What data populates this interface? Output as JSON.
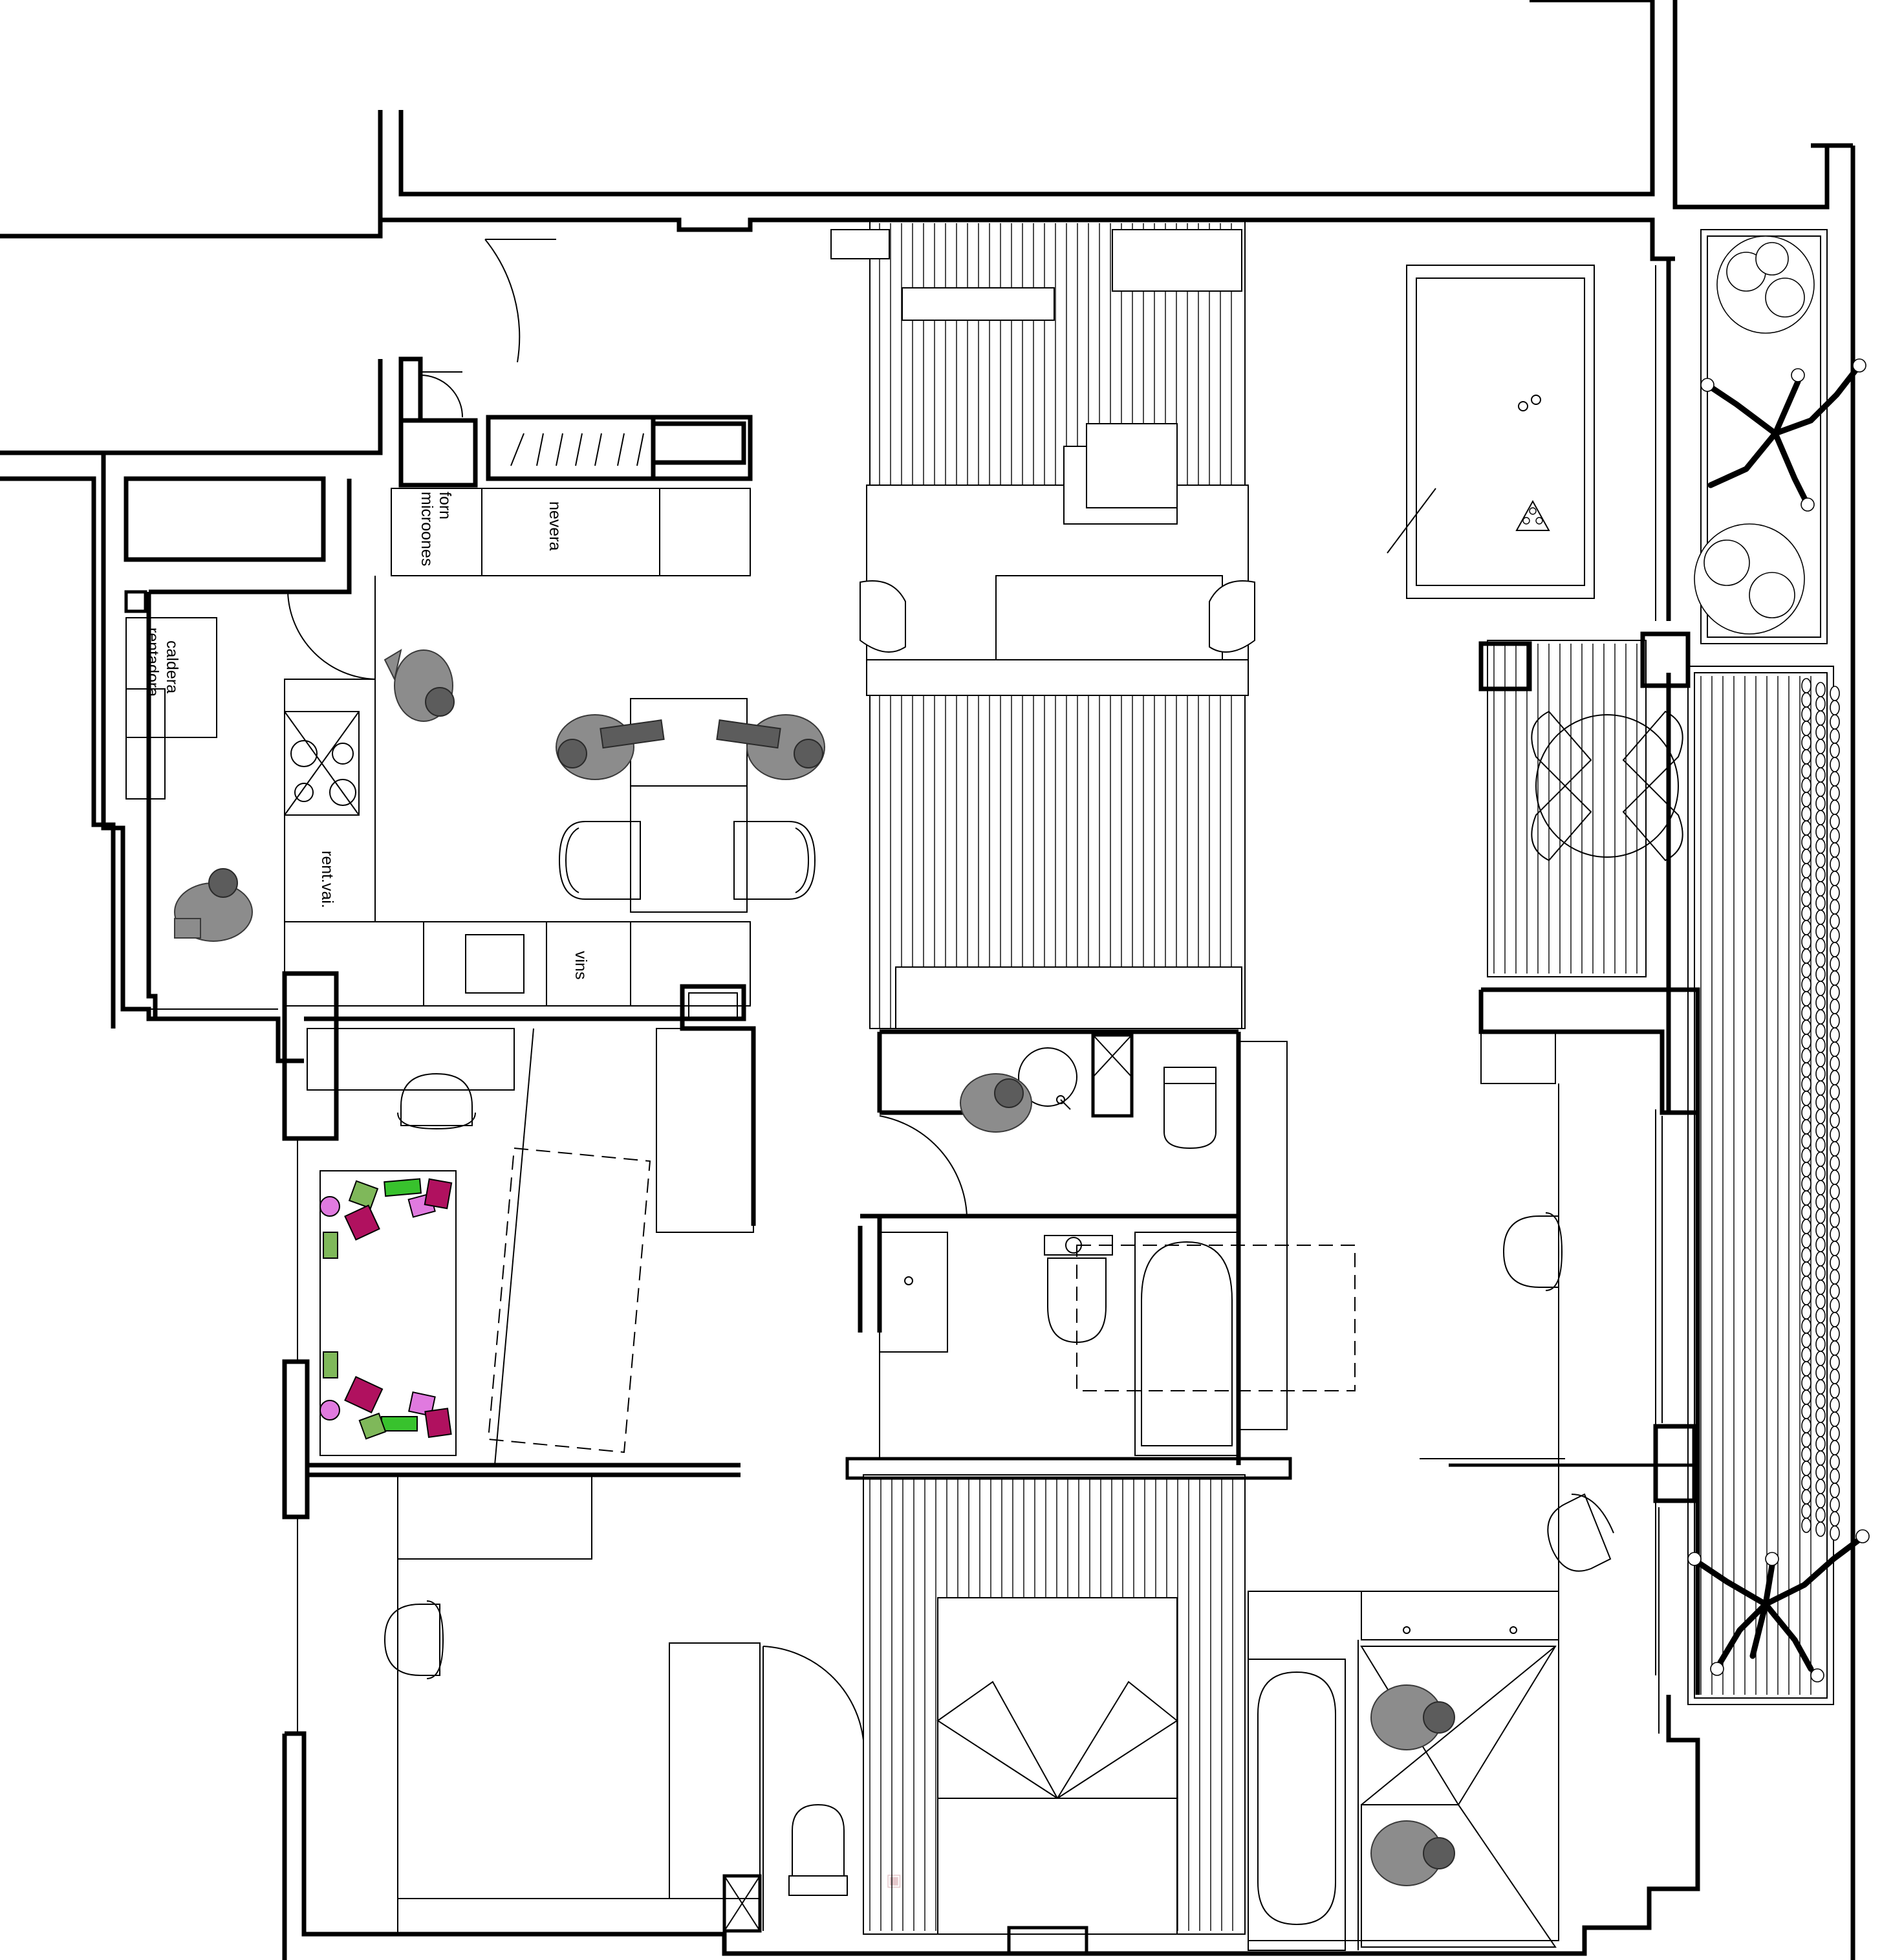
{
  "labels": {
    "forn": "forn",
    "microones": "microones",
    "nevera": "nevera",
    "caldera": "caldera",
    "rentadora": "rentadora",
    "rent_vai": "rent.vai.",
    "vins": "vins"
  },
  "colors": {
    "wall": "#000000",
    "person": "#8c8c8c",
    "toy_green": "#7fb85a",
    "toy_magenta": "#b0115f",
    "toy_pink": "#e07adf",
    "toy_lime": "#38c22d",
    "watermark": "#e6c8cc"
  },
  "icons": [
    "person-icon",
    "chair-icon",
    "toilet-icon",
    "bathtub-icon",
    "sink-icon",
    "tree-icon",
    "plant-icon",
    "billiard-table-icon",
    "stove-icon"
  ]
}
